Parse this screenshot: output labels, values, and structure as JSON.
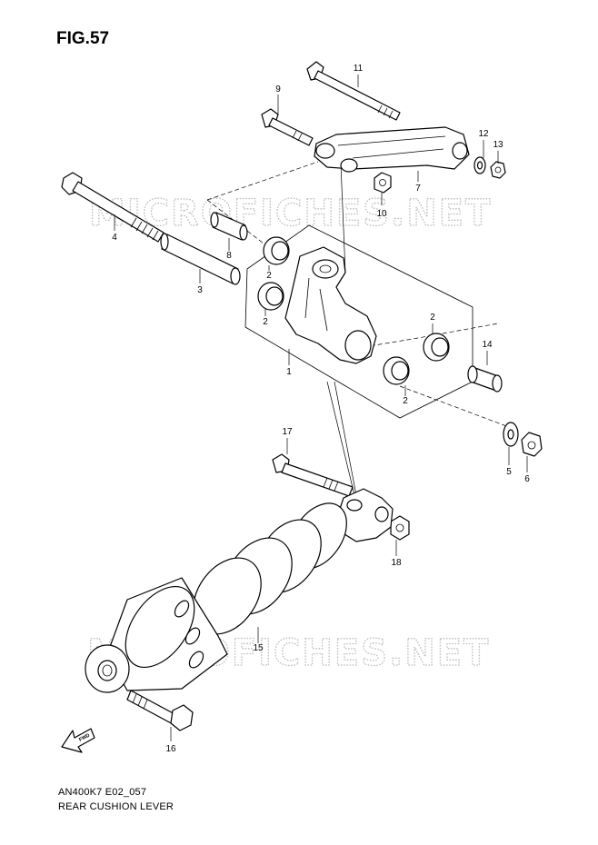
{
  "figure": {
    "title": "FIG.57"
  },
  "captions": {
    "code": "AN400K7 E02_057",
    "name": "REAR CUSHION LEVER"
  },
  "watermark": {
    "text": "MICROFICHES.NET"
  },
  "fwd_label": "FWD",
  "callouts": [
    {
      "id": "c1",
      "label": "1"
    },
    {
      "id": "c2a",
      "label": "2"
    },
    {
      "id": "c2b",
      "label": "2"
    },
    {
      "id": "c2c",
      "label": "2"
    },
    {
      "id": "c2d",
      "label": "2"
    },
    {
      "id": "c3",
      "label": "3"
    },
    {
      "id": "c4",
      "label": "4"
    },
    {
      "id": "c5",
      "label": "5"
    },
    {
      "id": "c6",
      "label": "6"
    },
    {
      "id": "c7",
      "label": "7"
    },
    {
      "id": "c8",
      "label": "8"
    },
    {
      "id": "c9",
      "label": "9"
    },
    {
      "id": "c10",
      "label": "10"
    },
    {
      "id": "c11",
      "label": "11"
    },
    {
      "id": "c12",
      "label": "12"
    },
    {
      "id": "c13",
      "label": "13"
    },
    {
      "id": "c14",
      "label": "14"
    },
    {
      "id": "c15",
      "label": "15"
    },
    {
      "id": "c16",
      "label": "16"
    },
    {
      "id": "c17",
      "label": "17"
    },
    {
      "id": "c18",
      "label": "18"
    }
  ]
}
